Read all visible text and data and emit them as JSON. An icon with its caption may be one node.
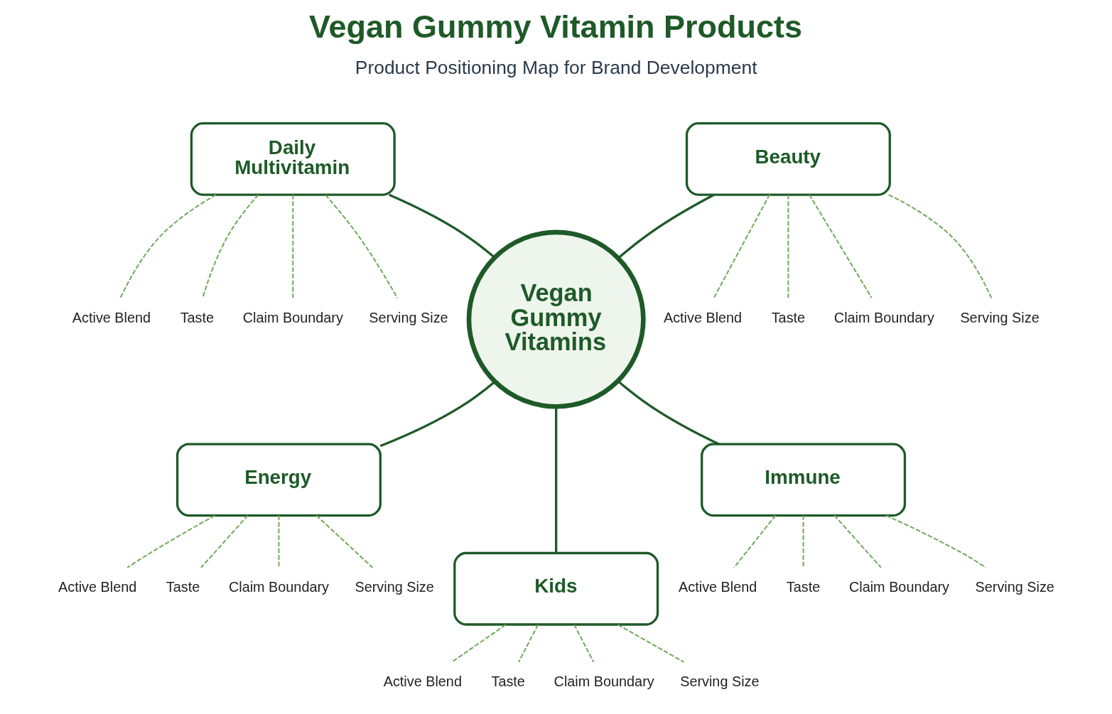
{
  "diagram": {
    "title": "Vegan Gummy Vitamin Products",
    "nodes": [
      {
        "text": [
          "Daily Multivitamin"
        ]
      },
      {
        "text": [
          "Active Blend"
        ]
      },
      {
        "text": [
          "Taste"
        ]
      },
      {
        "text": [
          "Claim Boundary"
        ]
      },
      {
        "text": [
          "Serving Size"
        ]
      },
      {
        "text": [
          "Beauty"
        ]
      },
      {
        "text": [
          "Active Blend"
        ]
      },
      {
        "text": [
          "Taste"
        ]
      },
      {
        "text": [
          "Claim Boundary"
        ]
      },
      {
        "text": [
          "Serving Size"
        ]
      },
      {
        "text": [
          "Vegan Gummy Vitamins"
        ]
      },
      {
        "text": [
          "Energy"
        ]
      },
      {
        "text": [
          "Active Blend"
        ]
      },
      {
        "text": [
          "Taste"
        ]
      },
      {
        "text": [
          "Claim Boundary"
        ]
      },
      {
        "text": [
          "Serving Size"
        ]
      },
      {
        "text": [
          "Immune"
        ]
      },
      {
        "text": [
          "Active Blend"
        ]
      },
      {
        "text": [
          "Taste"
        ]
      },
      {
        "text": [
          "Claim Boundary"
        ]
      },
      {
        "text": [
          "Serving Size"
        ]
      },
      {
        "text": [
          "Kids"
        ]
      },
      {
        "text": [
          "Active Blend"
        ]
      },
      {
        "text": [
          "Taste"
        ]
      },
      {
        "text": [
          "Claim Boundary"
        ]
      },
      {
        "text": [
          "Serving Size"
        ]
      }
    ],
    "edges": [
      {
        "from": 0,
        "to": 10,
        "arrow": "none"
      },
      {
        "from": 5,
        "to": 10,
        "arrow": "none"
      },
      {
        "from": 10,
        "to": 11,
        "arrow": "none"
      },
      {
        "from": 10,
        "to": 21,
        "arrow": "none"
      },
      {
        "from": 10,
        "to": 16,
        "arrow": "none"
      },
      {
        "from": 0,
        "to": 1,
        "arrow": "none",
        "style": "dashed",
        "color": "#6fa85a"
      },
      {
        "from": 0,
        "to": 2,
        "arrow": "none",
        "style": "dashed",
        "color": "#6fa85a"
      },
      {
        "from": 0,
        "to": 3,
        "arrow": "none",
        "style": "dashed",
        "color": "#6fa85a"
      },
      {
        "from": 0,
        "to": 4,
        "arrow": "none",
        "style": "dashed",
        "color": "#6fa85a"
      },
      {
        "from": 5,
        "to": 6,
        "arrow": "none",
        "style": "dashed",
        "color": "#6fa85a"
      },
      {
        "from": 5,
        "to": 7,
        "arrow": "none",
        "style": "dashed",
        "color": "#6fa85a"
      },
      {
        "from": 5,
        "to": 8,
        "arrow": "none",
        "style": "dashed",
        "color": "#6fa85a"
      },
      {
        "from": 5,
        "to": 9,
        "arrow": "none",
        "style": "dashed",
        "color": "#6fa85a"
      },
      {
        "from": 11,
        "to": 12,
        "arrow": "none",
        "style": "dashed",
        "color": "#6fa85a"
      },
      {
        "from": 11,
        "to": 13,
        "arrow": "none",
        "style": "dashed",
        "color": "#6fa85a"
      },
      {
        "from": 11,
        "to": 14,
        "arrow": "none",
        "style": "dashed",
        "color": "#6fa85a"
      },
      {
        "from": 11,
        "to": 15,
        "arrow": "none",
        "style": "dashed",
        "color": "#6fa85a"
      },
      {
        "from": 16,
        "to": 17,
        "arrow": "none",
        "style": "dashed",
        "color": "#6fa85a"
      },
      {
        "from": 16,
        "to": 18,
        "arrow": "none",
        "style": "dashed",
        "color": "#6fa85a"
      },
      {
        "from": 16,
        "to": 19,
        "arrow": "none",
        "style": "dashed",
        "color": "#6fa85a"
      },
      {
        "from": 16,
        "to": 20,
        "arrow": "none",
        "style": "dashed",
        "color": "#6fa85a"
      },
      {
        "from": 21,
        "to": 22,
        "arrow": "none",
        "style": "dashed",
        "color": "#6fa85a"
      },
      {
        "from": 21,
        "to": 23,
        "arrow": "none",
        "style": "dashed",
        "color": "#6fa85a"
      },
      {
        "from": 21,
        "to": 24,
        "arrow": "none",
        "style": "dashed",
        "color": "#6fa85a"
      },
      {
        "from": 21,
        "to": 25,
        "arrow": "none",
        "style": "dashed",
        "color": "#6fa85a"
      }
    ],
    "labels": [
      "Product Positioning Map for Brand Development"
    ]
  }
}
